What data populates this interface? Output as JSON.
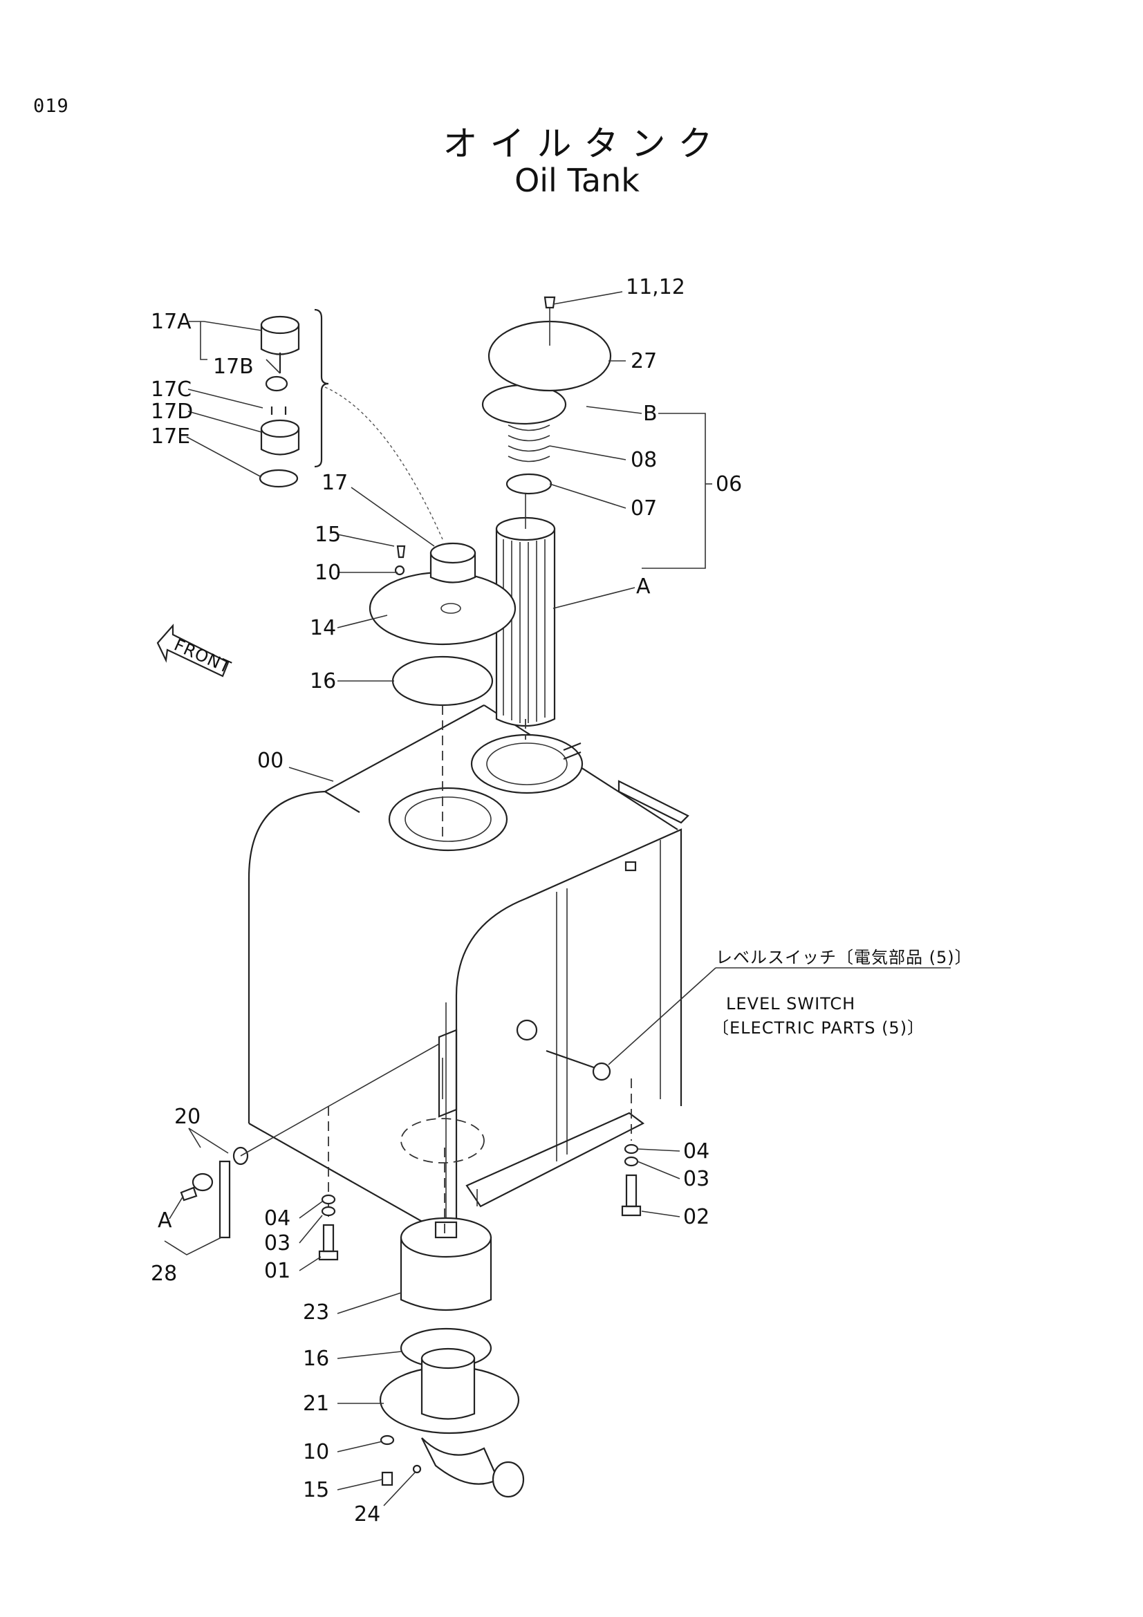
{
  "page_number": "019",
  "title_jp": "オイルタンク",
  "title_en": "Oil Tank",
  "front_label": "FRONT",
  "level_switch": {
    "jp": "レベルスイッチ〔電気部品 (5)〕",
    "en1": "LEVEL SWITCH",
    "en2": "〔ELECTRIC PARTS (5)〕"
  },
  "callouts": {
    "c17A": "17A",
    "c17B": "17B",
    "c17C": "17C",
    "c17D": "17D",
    "c17E": "17E",
    "c17": "17",
    "c15a": "15",
    "c10a": "10",
    "c14": "14",
    "c16a": "16",
    "c00": "00",
    "c1112": "11,12",
    "c27": "27",
    "cB": "B",
    "c08": "08",
    "c07": "07",
    "c06": "06",
    "cA1": "A",
    "c20": "20",
    "cA2": "A",
    "c28": "28",
    "c04a": "04",
    "c03a": "03",
    "c01": "01",
    "c04b": "04",
    "c03b": "03",
    "c02": "02",
    "c23": "23",
    "c16b": "16",
    "c21": "21",
    "c10b": "10",
    "c15b": "15",
    "c24": "24"
  }
}
